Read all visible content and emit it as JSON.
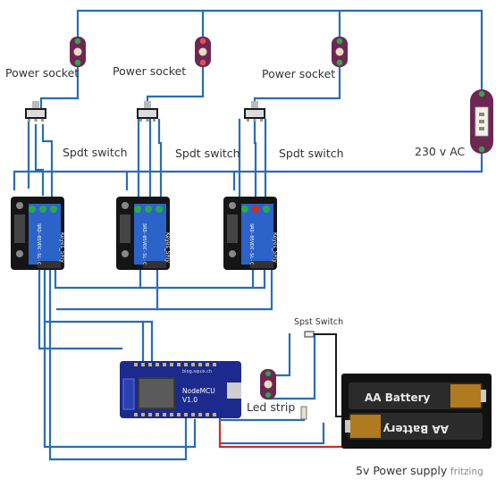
{
  "labels": {
    "power_socket": "Power socket",
    "spdt_switch": "Spdt switch",
    "ac": "230 v AC",
    "spst_switch": "Spst Switch",
    "led_strip": "Led strip",
    "power_supply": "5v Power supply",
    "watermark": "fritzing"
  },
  "relay": {
    "brand": "Keyes_SRly",
    "model": "SRD-05VDC-SL-C"
  },
  "nodemcu": {
    "title": "NodeMCU",
    "version": "V1.0",
    "url": "blog.squix.ch"
  },
  "battery": {
    "label_top": "AA Battery",
    "label_bottom": "AA Battery"
  },
  "colors": {
    "wire_blue": "#2a6db5",
    "wire_red": "#d42a20",
    "wire_black": "#1a1a1a",
    "relay_blue": "#2b63c9",
    "board_navy": "#1b2a8c",
    "socket_purple": "#6e2752",
    "terminal_green": "#2aa84a"
  }
}
